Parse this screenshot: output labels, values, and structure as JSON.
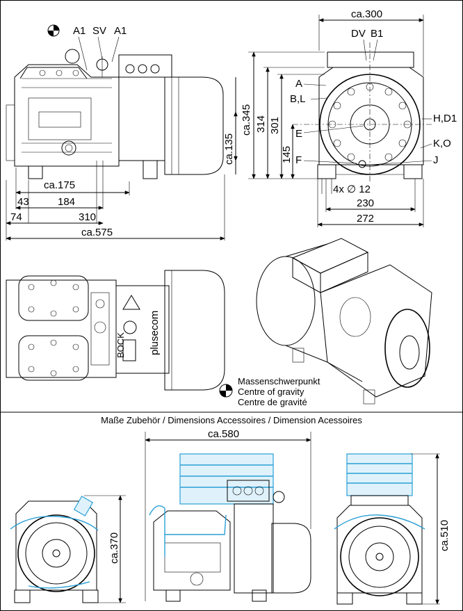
{
  "top": {
    "side_view": {
      "labels": {
        "gravity": "",
        "a1_left": "A1",
        "sv": "SV",
        "a1_right": "A1"
      },
      "dims": {
        "ca135": "ca.135",
        "ca175": "ca.175",
        "d43": "43",
        "d184": "184",
        "d74": "74",
        "d310": "310",
        "ca575": "ca.575"
      }
    },
    "front_view": {
      "labels": {
        "dv": "DV",
        "b1": "B1",
        "a": "A",
        "bl": "B,L",
        "e": "E",
        "f": "F",
        "hd1": "H,D1",
        "ko": "K,O",
        "j": "J"
      },
      "dims": {
        "ca300": "ca.300",
        "ca345": "ca.345",
        "d314": "314",
        "d301": "301",
        "d145": "145",
        "holes": "4x ∅ 12",
        "d230": "230",
        "d272": "272"
      }
    },
    "top_view": {
      "brand": "plusecom",
      "badge": "BOCK"
    },
    "legend": {
      "line1": "Massenschwerpunkt",
      "line2": "Centre of gravity",
      "line3": "Centre de gravité"
    }
  },
  "bottom": {
    "title": "Maße Zubehör / Dimensions Accessoires / Dimension Acessoires",
    "dims": {
      "ca370": "ca.370",
      "ca580": "ca.580",
      "ca510": "ca.510"
    }
  },
  "colors": {
    "accessory": "#2a9fd6",
    "line": "#000000"
  }
}
